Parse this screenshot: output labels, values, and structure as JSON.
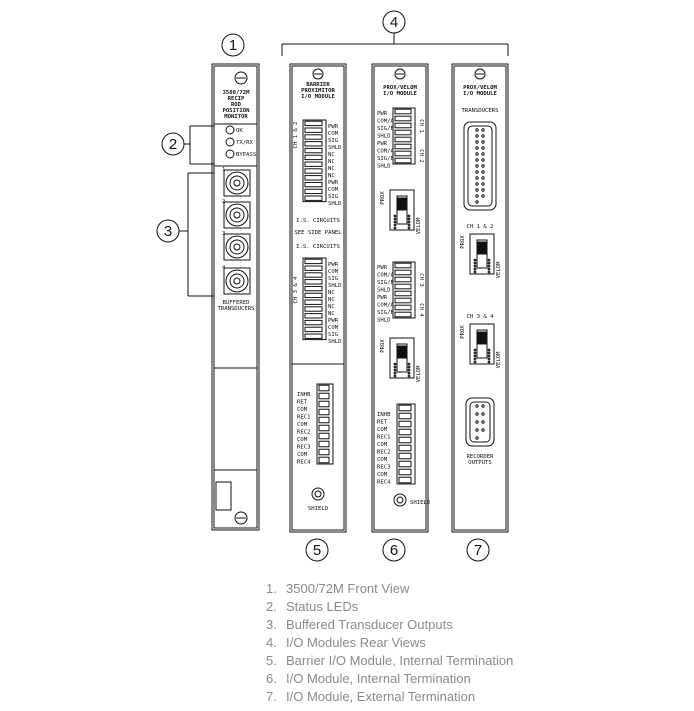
{
  "callouts": [
    "1",
    "2",
    "3",
    "4",
    "5",
    "6",
    "7"
  ],
  "front": {
    "title": [
      "3500/72M",
      "RECIP",
      "ROD",
      "POSITION",
      "MONITOR"
    ],
    "leds": [
      "OK",
      "TX/RX",
      "BYPASS"
    ],
    "channels": [
      "1",
      "2",
      "3",
      "4"
    ],
    "buffered": [
      "BUFFERED",
      "TRANSDUCERS"
    ]
  },
  "barrier": {
    "title": [
      "BARRIER",
      "PROXIMITOR",
      "I/O MODULE"
    ],
    "ch12_group": "CH 1 & 2",
    "ch34_group": "CH 3 & 4",
    "terminals_a": [
      "PWR",
      "COM",
      "SIG",
      "SHLD",
      "NC",
      "NC",
      "NC",
      "NC",
      "PWR",
      "COM",
      "SIG",
      "SHLD"
    ],
    "is_circuits": "I.S. CIRCUITS",
    "see_side_panel": "SEE SIDE PANEL",
    "terminals_b": [
      "PWR",
      "COM",
      "SIG",
      "SHLD",
      "NC",
      "NC",
      "NC",
      "NC",
      "PWR",
      "COM",
      "SIG",
      "SHLD"
    ],
    "lower_terminals": [
      "INHB",
      "RET",
      "COM",
      "REC1",
      "COM",
      "REC2",
      "COM",
      "REC3",
      "COM",
      "REC4"
    ],
    "shield": "SHIELD"
  },
  "internal": {
    "title": [
      "PROX/VELOM",
      "I/O MODULE"
    ],
    "terminals_a": [
      "PWR",
      "COM/A",
      "SIG/B",
      "SHLD",
      "PWR",
      "COM/A",
      "SIG/B",
      "SHLD"
    ],
    "side_a": [
      "CH 1",
      "CH 2"
    ],
    "terminals_b": [
      "PWR",
      "COM/A",
      "SIG/B",
      "SHLD",
      "PWR",
      "COM/A",
      "SIG/B",
      "SHLD"
    ],
    "side_b": [
      "CH 3",
      "CH 4"
    ],
    "prox": "PROX",
    "velom": "VELOM",
    "lower_terminals": [
      "INHB",
      "RET",
      "COM",
      "REC1",
      "COM",
      "REC2",
      "COM",
      "REC3",
      "COM",
      "REC4"
    ],
    "shield": "SHIELD"
  },
  "external": {
    "title": [
      "PROX/VELOM",
      "I/O MODULE"
    ],
    "transducers": "TRANSDUCERS",
    "ch12": "CH 1 & 2",
    "ch34": "CH 3 & 4",
    "prox": "PROX",
    "velom": "VELOM",
    "recorder": [
      "RECORDER",
      "OUTPUTS"
    ]
  },
  "legend": [
    {
      "n": "1.",
      "text": "3500/72M Front View"
    },
    {
      "n": "2.",
      "text": "Status LEDs"
    },
    {
      "n": "3.",
      "text": "Buffered Transducer Outputs"
    },
    {
      "n": "4.",
      "text": "I/O Modules Rear Views"
    },
    {
      "n": "5.",
      "text": "Barrier I/O Module, Internal Termination"
    },
    {
      "n": "6.",
      "text": "I/O Module, Internal Termination"
    },
    {
      "n": "7.",
      "text": "I/O Module, External Termination"
    }
  ]
}
